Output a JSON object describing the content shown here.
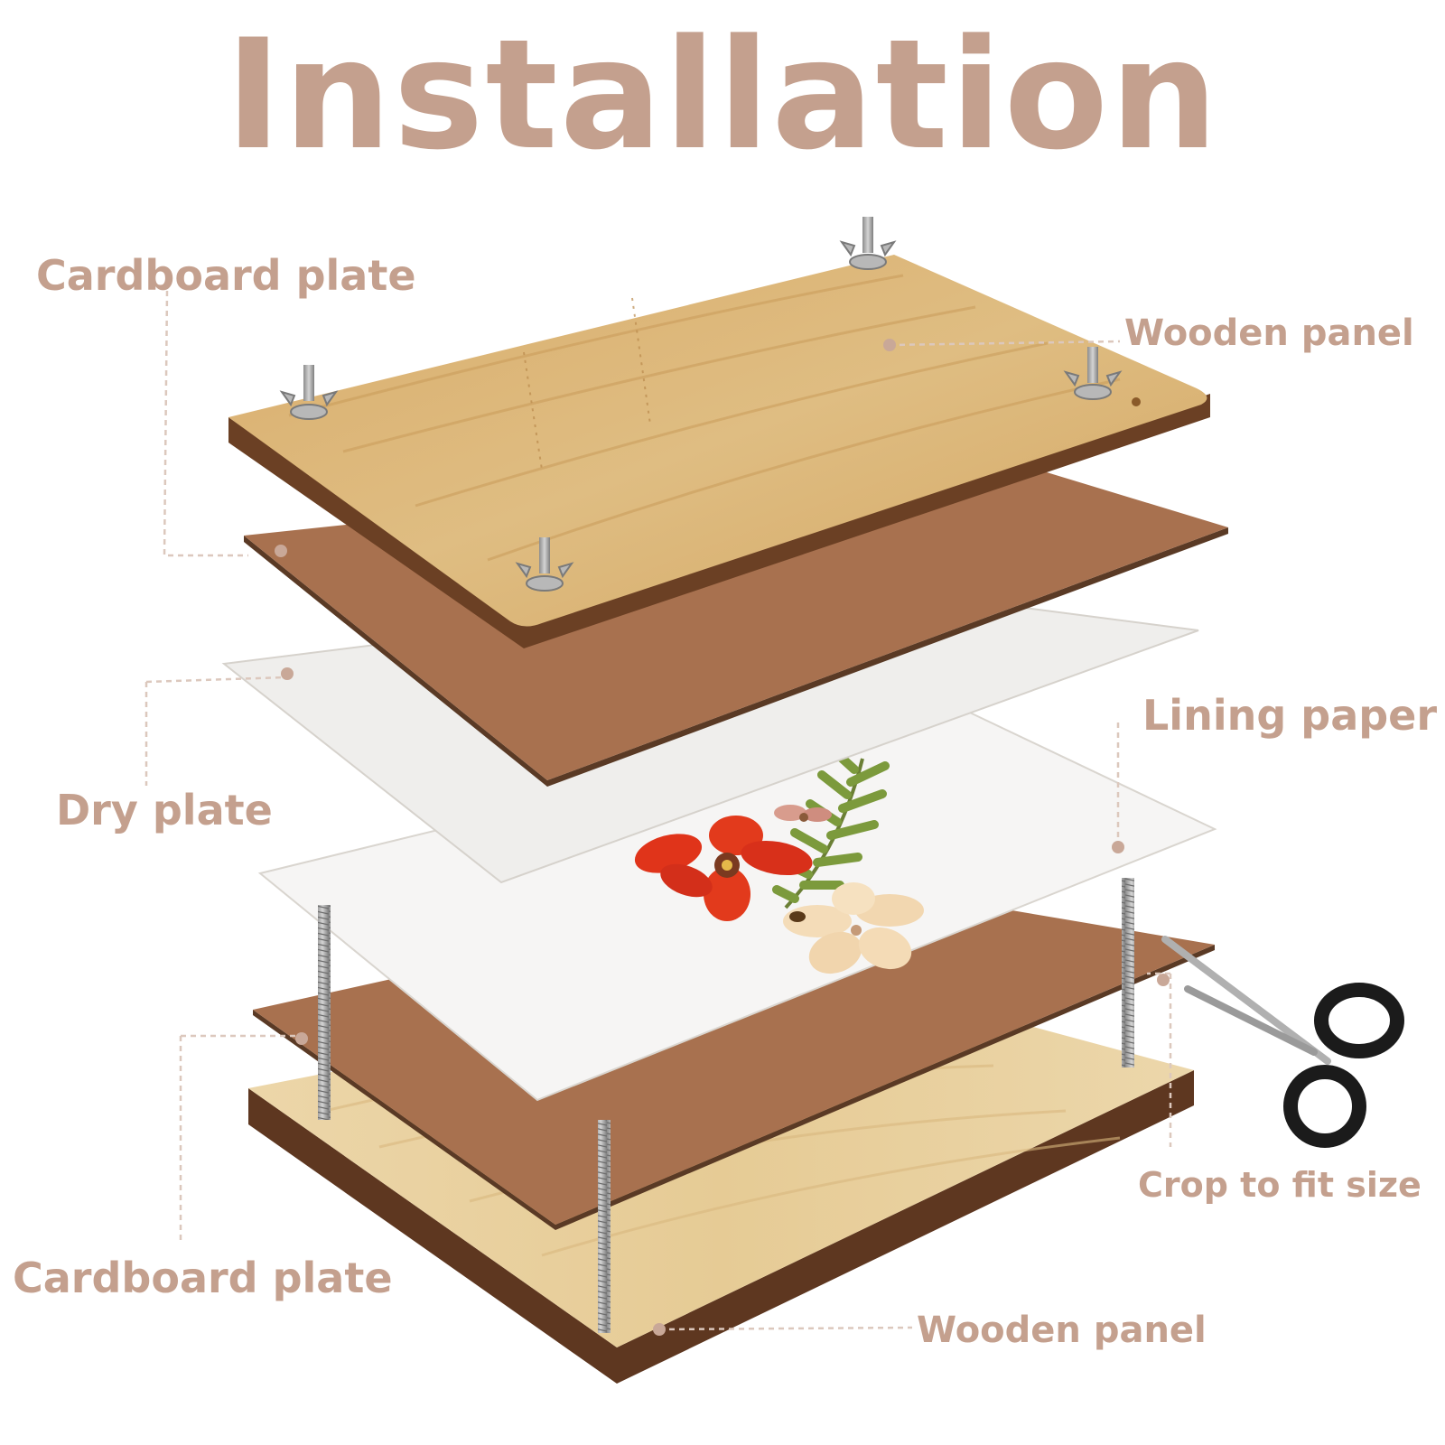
{
  "title": "Installation",
  "labels": {
    "cardboard_plate_top": "Cardboard plate",
    "wooden_panel_top": "Wooden panel",
    "lining_paper": "Lining paper",
    "dry_plate": "Dry plate",
    "crop_to_fit_size": "Crop to fit size",
    "cardboard_plate_bottom": "Cardboard plate",
    "wooden_panel_bottom": "Wooden panel"
  },
  "colors": {
    "text": "#c4a08e",
    "leader": "#dcc8bd",
    "dot": "#c9a898",
    "wood_light": "#e6cd9c",
    "wood_top": "#d9b273",
    "wood_edge": "#6b4024",
    "cardboard": "#a8714f",
    "paper": "#f3f2f1",
    "steel": "#a8a8a8"
  },
  "icons": [
    "wing-nut-icon",
    "threaded-rod-icon",
    "scissors-icon",
    "pressed-flower-icon",
    "fern-leaf-icon"
  ]
}
